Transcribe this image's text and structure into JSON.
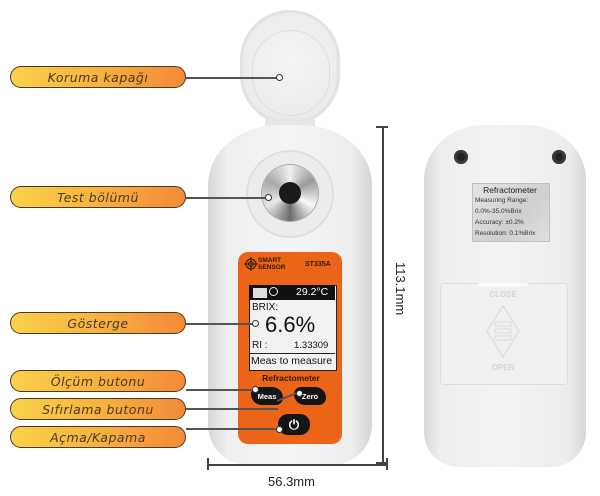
{
  "callouts": [
    {
      "label": "Koruma kapağı",
      "target": "protective-lid"
    },
    {
      "label": "Test bölümü",
      "target": "sample-well"
    },
    {
      "label": "Gösterge",
      "target": "display"
    },
    {
      "label": "Ölçüm butonu",
      "target": "meas-button"
    },
    {
      "label": "Sıfırlama butonu",
      "target": "zero-button"
    },
    {
      "label": "Açma/Kapama",
      "target": "power-button"
    }
  ],
  "front": {
    "brand_line1": "SMART",
    "brand_line2": "SENSOR",
    "model": "ST335A",
    "display": {
      "temperature": "29.2°C",
      "brix_label": "BRIX:",
      "brix_value": "6.6%",
      "ri_label": "RI :",
      "ri_value": "1.33309",
      "status": "Meas to measure"
    },
    "device_name": "Refractometer",
    "buttons": {
      "meas": "Meas",
      "zero": "Zero",
      "power_icon": "⏻"
    }
  },
  "back": {
    "label": {
      "title": "Refractometer",
      "lines": [
        "Measuring Range:",
        "0.0%-35.0%Brix",
        "Accuracy: ±0.2%",
        "Resolution: 0.1%Brix"
      ]
    },
    "cover_close": "CLOSE",
    "cover_open": "OPEN"
  },
  "dimensions": {
    "height": "113.1mm",
    "width": "56.3mm"
  },
  "colors": {
    "face_orange": "#ec6417",
    "pill_start": "#f9d24a",
    "pill_end": "#f38a3a"
  }
}
